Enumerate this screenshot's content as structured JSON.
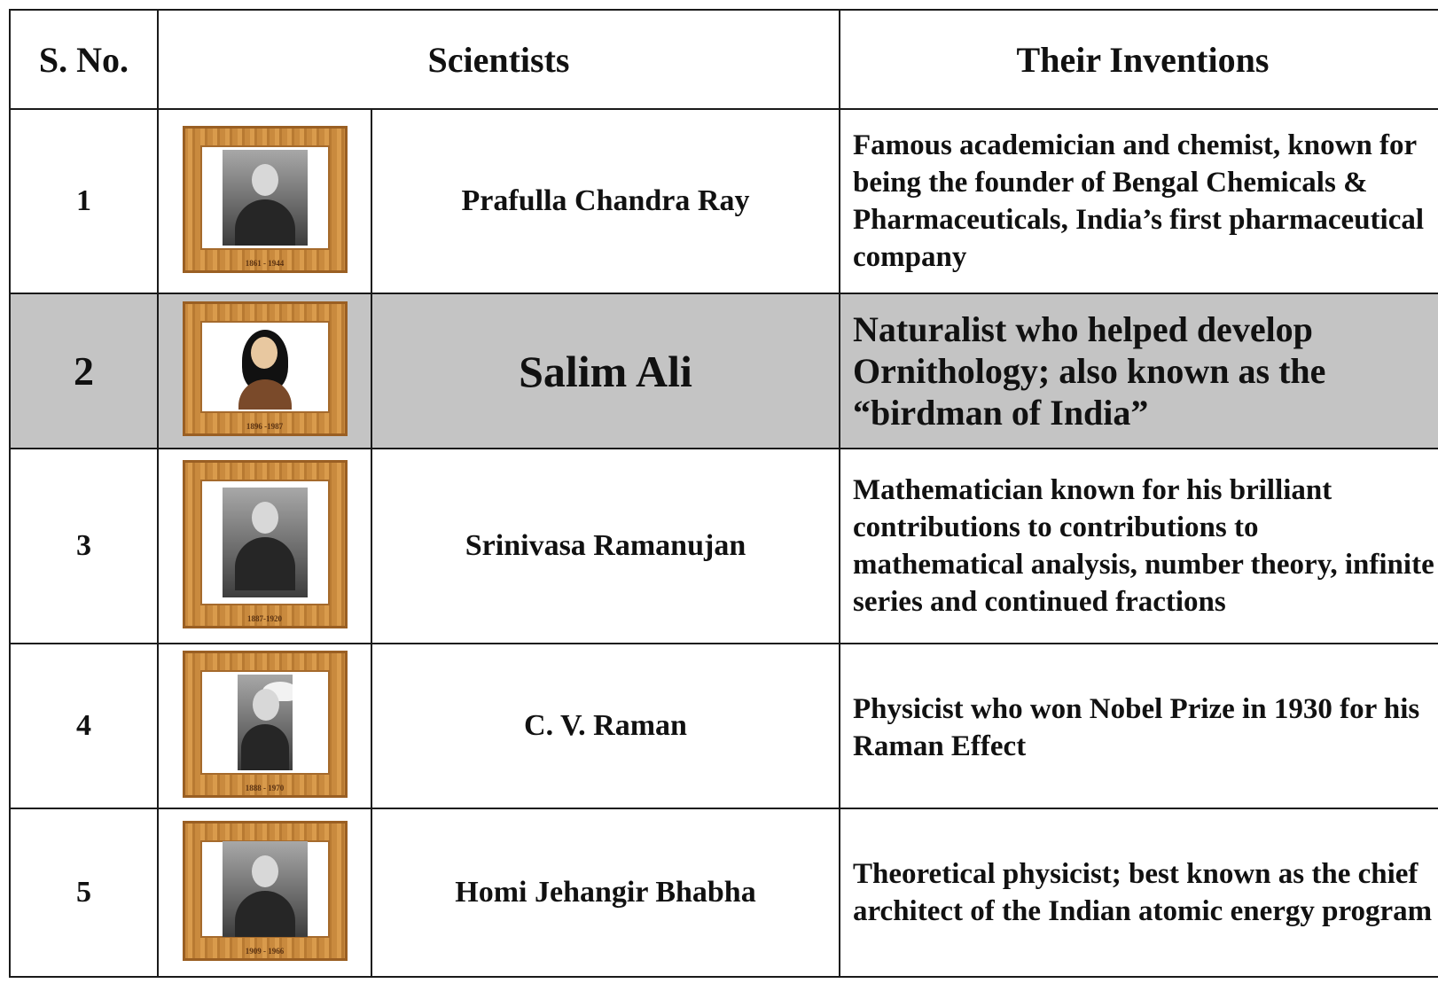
{
  "table": {
    "headers": {
      "sno": "S. No.",
      "scientists": "Scientists",
      "inventions": "Their Inventions"
    },
    "rows": [
      {
        "number": "1",
        "name": "Prafulla Chandra Ray",
        "years": "1861 - 1944",
        "description": "Famous academician and chemist, known for being the founder of Bengal Chemicals & Pharmaceuticals, India’s first pharmaceutical company",
        "highlighted": false
      },
      {
        "number": "2",
        "name": "Salim Ali",
        "years": "1896 -1987",
        "description": "Naturalist who helped develop Ornithology; also known as the “birdman of India”",
        "highlighted": true
      },
      {
        "number": "3",
        "name": "Srinivasa Ramanujan",
        "years": "1887-1920",
        "description": "Mathematician known for his brilliant contributions to contributions to mathematical analysis, number theory, infinite series and continued fractions",
        "highlighted": false
      },
      {
        "number": "4",
        "name": "C. V. Raman",
        "years": "1888 - 1970",
        "description": "Physicist who won Nobel Prize in 1930 for his Raman Effect",
        "highlighted": false
      },
      {
        "number": "5",
        "name": "Homi Jehangir Bhabha",
        "years": "1909 - 1966",
        "description": "Theoretical physicist; best known as the chief architect of the Indian atomic energy program",
        "highlighted": false
      }
    ]
  },
  "colors": {
    "highlight_row": "#c4c4c4",
    "frame_wood": "#c98a3e",
    "border": "#1a1a1a"
  }
}
